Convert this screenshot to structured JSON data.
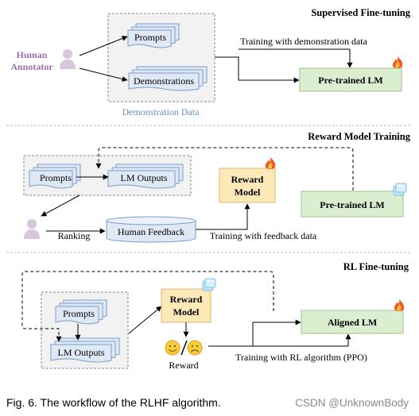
{
  "sections": {
    "sft": {
      "title": "Supervised Fine-tuning"
    },
    "rm": {
      "title": "Reward Model Training"
    },
    "rl": {
      "title": "RL Fine-tuning"
    }
  },
  "sft": {
    "annotator_line1": "Human",
    "annotator_line2": "Annotator",
    "prompts": "Prompts",
    "demonstrations": "Demonstrations",
    "demo_data_label": "Demonstration Data",
    "training_label": "Training with demonstration data",
    "pretrained_lm": "Pre-trained LM"
  },
  "rm": {
    "prompts": "Prompts",
    "lm_outputs": "LM Outputs",
    "reward_model_line1": "Reward",
    "reward_model_line2": "Model",
    "pretrained_lm": "Pre-trained LM",
    "ranking": "Ranking",
    "human_feedback": "Human Feedback",
    "training_label": "Training with feedback data"
  },
  "rl": {
    "prompts": "Prompts",
    "lm_outputs": "LM Outputs",
    "reward_model_line1": "Reward",
    "reward_model_line2": "Model",
    "reward": "Reward",
    "aligned_lm": "Aligned LM",
    "training_label": "Training with RL algorithm (PPO)"
  },
  "caption": "Fig. 6. The workflow of the RLHF algorithm.",
  "watermark": "CSDN @UnknownBody",
  "icons": {
    "trainable": "fire-icon",
    "frozen": "ice-cube-icon",
    "person": "person-icon",
    "feedback": "smiley-frowny-icon"
  },
  "colors": {
    "doc_fill": "#dfe9f6",
    "doc_stroke": "#7a9cc6",
    "lm_fill": "#dbeed0",
    "lm_stroke": "#9fbf94",
    "rm_fill": "#fde8b8",
    "rm_stroke": "#d8b870",
    "annotator": "#9b6fb0",
    "person": "#d8c6de",
    "demo_label": "#6a8fb8"
  }
}
